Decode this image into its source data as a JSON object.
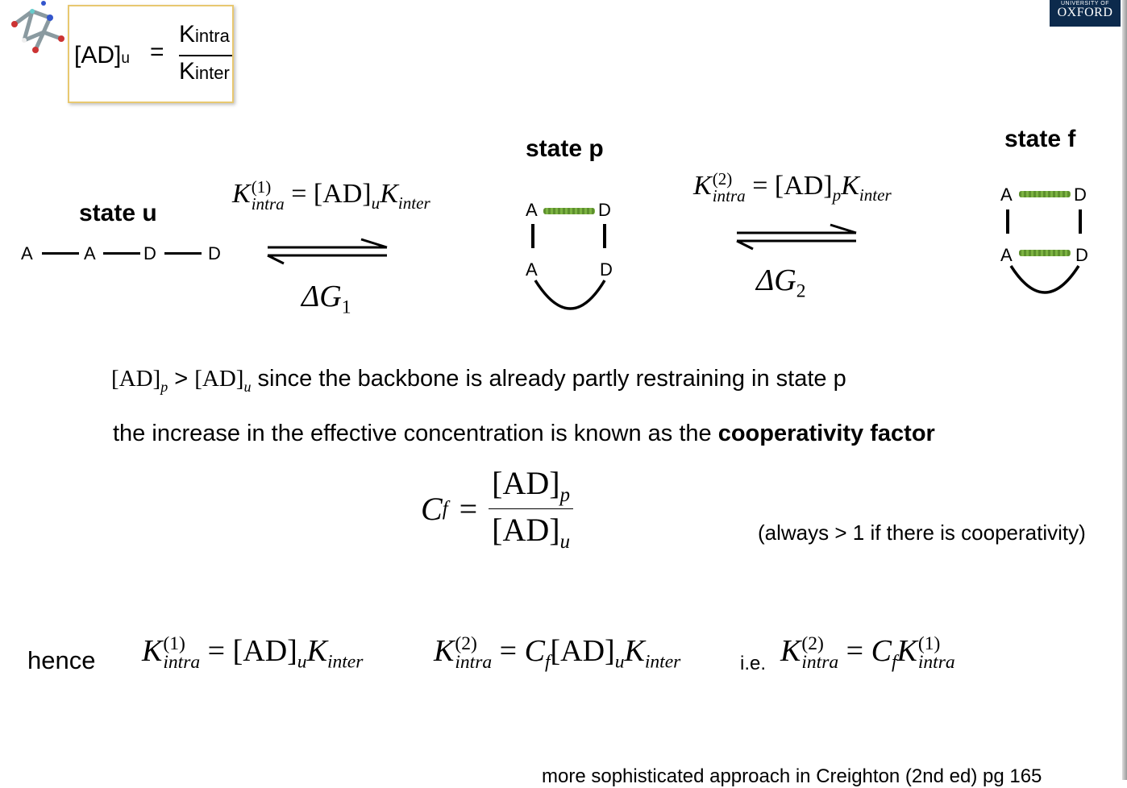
{
  "logo": {
    "university_of": "UNIVERSITY OF",
    "oxford": "OXFORD"
  },
  "box_equation": {
    "lhs": "[AD]",
    "lhs_sub": "u",
    "eq": "=",
    "num": "K",
    "num_sub": "intra",
    "den": "K",
    "den_sub": "inter"
  },
  "states": {
    "u": {
      "title": "state u",
      "atoms": [
        "A",
        "A",
        "D",
        "D"
      ]
    },
    "p": {
      "title": "state p",
      "top": [
        "A",
        "D"
      ],
      "bottom": [
        "A",
        "D"
      ]
    },
    "f": {
      "title": "state f",
      "top": [
        "A",
        "D"
      ],
      "bottom": [
        "A",
        "D"
      ]
    }
  },
  "eq1": {
    "K": "K",
    "sup": "(1)",
    "sub": "intra",
    "rhs_ad": "[AD]",
    "rhs_sub": "u",
    "rhs_K": "K",
    "rhs_Ksub": "inter",
    "eq": "=",
    "dG": "ΔG",
    "dG_sub": "1"
  },
  "eq2": {
    "K": "K",
    "sup": "(2)",
    "sub": "intra",
    "rhs_ad": "[AD]",
    "rhs_sub": "p",
    "rhs_K": "K",
    "rhs_Ksub": "inter",
    "eq": "=",
    "dG": "ΔG",
    "dG_sub": "2"
  },
  "line1": {
    "ad_p": "[AD]",
    "ad_p_sub": "p",
    "gt": ">",
    "ad_u": "[AD]",
    "ad_u_sub": "u",
    "text": "since the backbone is already partly restraining in state p"
  },
  "line2": {
    "text": "the increase in the effective concentration is known as the ",
    "bold": "cooperativity factor"
  },
  "cf": {
    "C": "C",
    "C_sub": "f",
    "eq": "=",
    "num": "[AD]",
    "num_sub": "p",
    "den": "[AD]",
    "den_sub": "u"
  },
  "note": "(always > 1 if there is cooperativity)",
  "hence": {
    "word": "hence",
    "ie": "i.e.",
    "e1": {
      "K": "K",
      "sup": "(1)",
      "sub": "intra",
      "eq": "=",
      "ad": "[AD]",
      "ad_sub": "u",
      "K2": "K",
      "K2_sub": "inter"
    },
    "e2": {
      "K": "K",
      "sup": "(2)",
      "sub": "intra",
      "eq": "=",
      "C": "C",
      "C_sub": "f",
      "ad": "[AD]",
      "ad_sub": "u",
      "K2": "K",
      "K2_sub": "inter"
    },
    "e3": {
      "K": "K",
      "sup": "(2)",
      "sub": "intra",
      "eq": "=",
      "C": "C",
      "C_sub": "f",
      "K2": "K",
      "K2_sup": "(1)",
      "K2_sub": "intra"
    }
  },
  "footer": "more sophisticated approach in Creighton (2nd ed) pg 165"
}
